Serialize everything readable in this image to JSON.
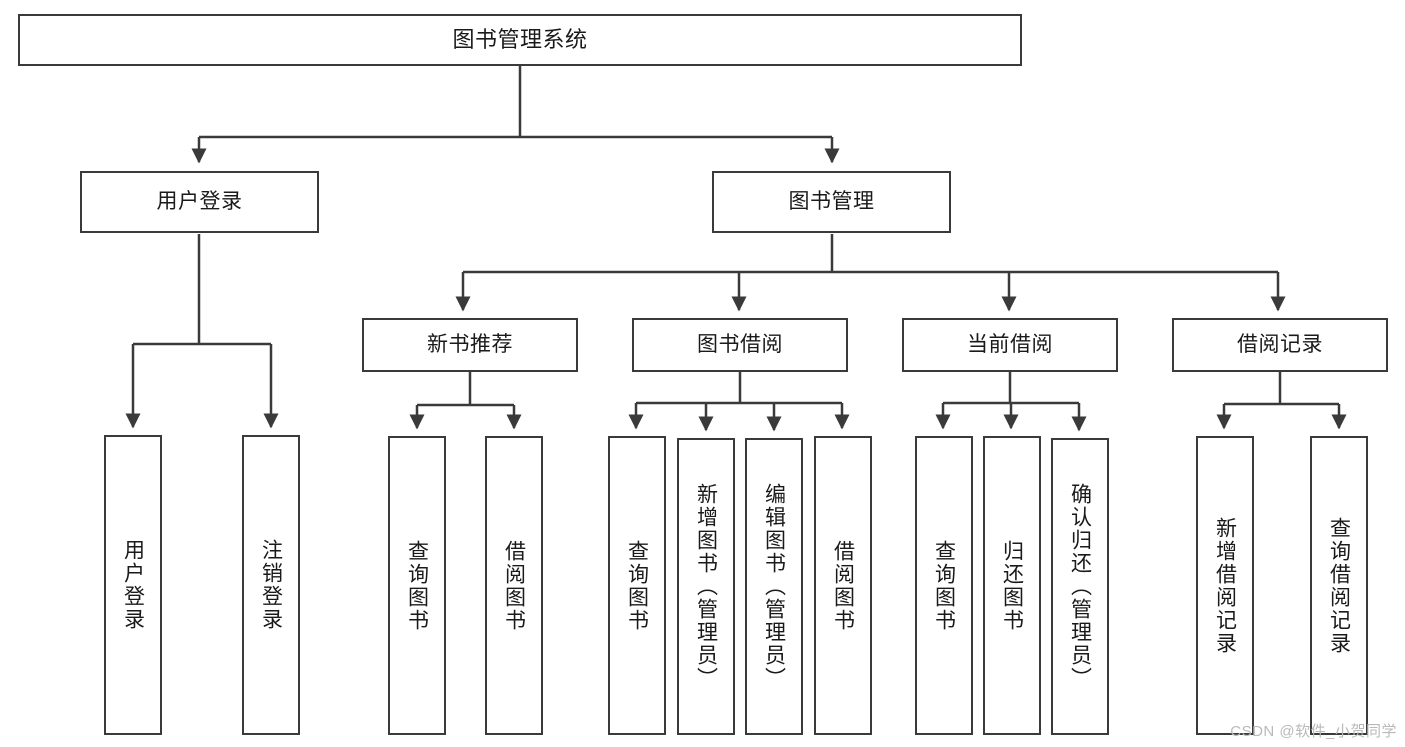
{
  "diagram": {
    "title": "图书管理系统",
    "type": "hierarchy-tree",
    "watermark": "CSDN @软件_小贺同学",
    "colors": {
      "stroke": "#3a3a3a",
      "fill": "#ffffff",
      "text": "#1a1a1a",
      "watermark": "#b9b9b9"
    },
    "nodes": {
      "root": {
        "label": "图书管理系统"
      },
      "level1": [
        {
          "id": "user-login",
          "label": "用户登录"
        },
        {
          "id": "book-manage",
          "label": "图书管理"
        }
      ],
      "level2": [
        {
          "id": "new-book-recommend",
          "label": "新书推荐"
        },
        {
          "id": "book-borrow",
          "label": "图书借阅"
        },
        {
          "id": "current-borrow",
          "label": "当前借阅"
        },
        {
          "id": "borrow-record",
          "label": "借阅记录"
        }
      ],
      "leaves": {
        "user_login": [
          {
            "id": "leaf-user-login",
            "label": "用户登录"
          },
          {
            "id": "leaf-logout-login",
            "label": "注销登录"
          }
        ],
        "new_book_recommend": [
          {
            "id": "leaf-query-book-1",
            "label": "查询图书"
          },
          {
            "id": "leaf-borrow-book-1",
            "label": "借阅图书"
          }
        ],
        "book_borrow": [
          {
            "id": "leaf-query-book-2",
            "label": "查询图书"
          },
          {
            "id": "leaf-add-book-admin",
            "label": "新增图书（管理员）"
          },
          {
            "id": "leaf-edit-book-admin",
            "label": "编辑图书（管理员）"
          },
          {
            "id": "leaf-borrow-book-2",
            "label": "借阅图书"
          }
        ],
        "current_borrow": [
          {
            "id": "leaf-query-book-3",
            "label": "查询图书"
          },
          {
            "id": "leaf-return-book",
            "label": "归还图书"
          },
          {
            "id": "leaf-confirm-return-admin",
            "label": "确认归还（管理员）"
          }
        ],
        "borrow_record": [
          {
            "id": "leaf-add-borrow-record",
            "label": "新增借阅记录"
          },
          {
            "id": "leaf-query-borrow-record",
            "label": "查询借阅记录"
          }
        ]
      }
    }
  }
}
